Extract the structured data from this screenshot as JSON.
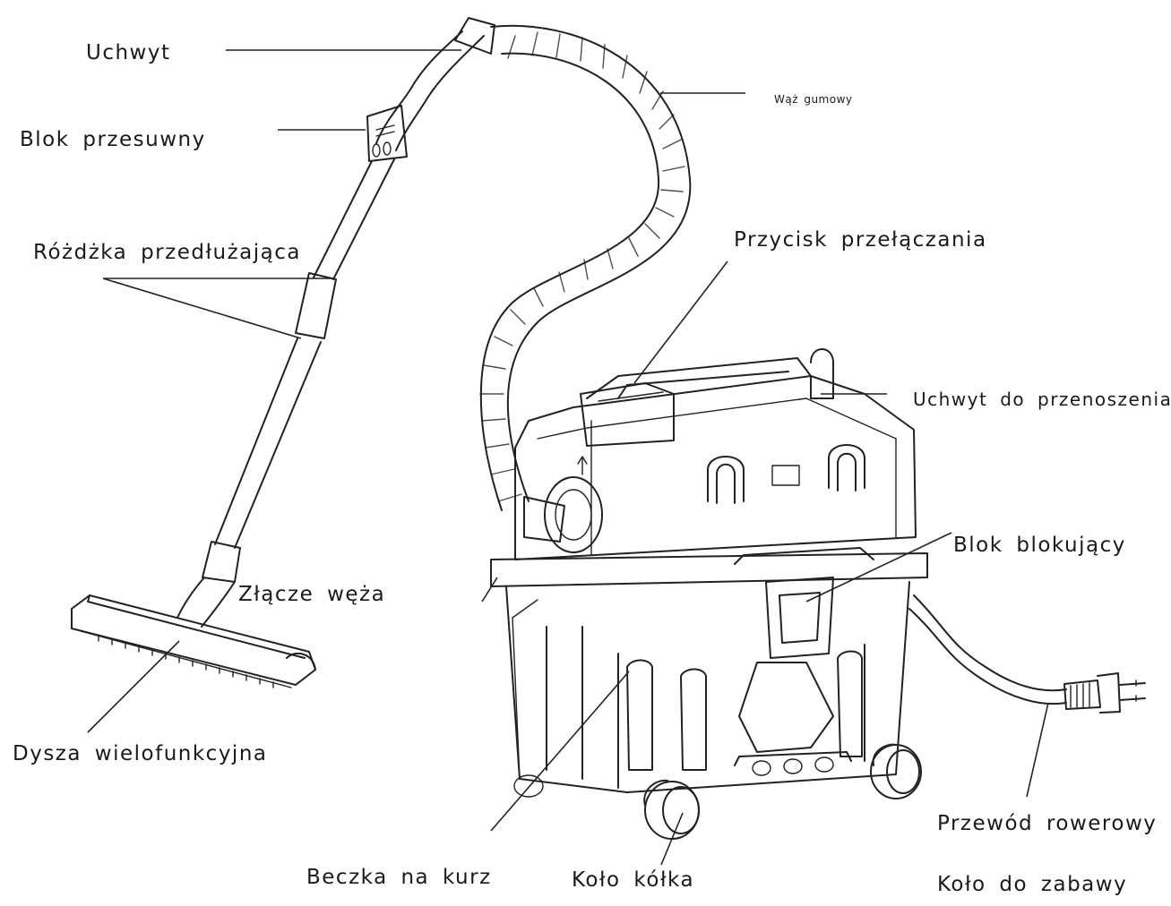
{
  "labels": {
    "handle": "Uchwyt",
    "slide_block": "Blok przesuwny",
    "extension_wand": "Różdżka przedłużająca",
    "rubber_hose": "Wąż gumowy",
    "switch_button": "Przycisk przełączania",
    "carry_handle": "Uchwyt do przenoszenia",
    "lock_block": "Blok blokujący",
    "hose_connector": "Złącze węża",
    "multi_nozzle": "Dysza wielofunkcyjna",
    "bike_cord": "Przewód rowerowy i",
    "play_wheel": "Koło do zabawy",
    "dust_barrel": "Beczka na kurz",
    "caster_wheel": "Koło kółka"
  },
  "colors": {
    "ink": "#222222",
    "background": "#ffffff"
  }
}
